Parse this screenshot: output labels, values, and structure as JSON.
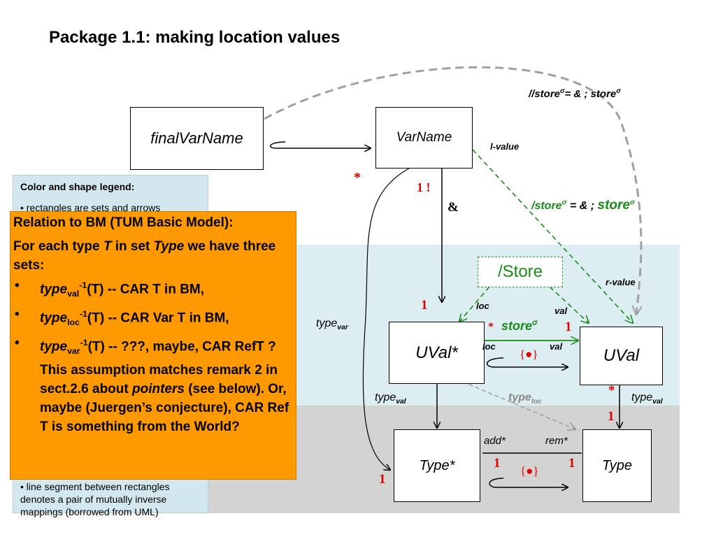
{
  "title": "Package 1.1: making location values",
  "boxes": {
    "finalVarName": "finalVarName",
    "varName": "VarName",
    "uvalStar": "UVal*",
    "uval": "UVal",
    "typeStar": "Type*",
    "type": "Type",
    "store": "/Store"
  },
  "legend": {
    "title": "Color and shape legend:",
    "line1": "• rectangles are sets and arrows",
    "line2": "• line segment between rectangles denotes a pair of mutually inverse mappings  (borrowed from UML)"
  },
  "orange": {
    "heading": "Relation to BM (TUM Basic Model):",
    "intro_a": "For each type ",
    "intro_t": "T",
    "intro_b": " in set ",
    "intro_type": "Type",
    "intro_c": " we have three sets:",
    "bullet": "•",
    "item1_name": "type",
    "item1_sub": "val",
    "item1_sup": "-1",
    "item1_text": "(T)  -- CAR T in BM,",
    "item2_name": "type",
    "item2_sub": "loc",
    "item2_sup": "-1",
    "item2_text": "(T)  --  CAR Var T in BM,",
    "item3_name": "type",
    "item3_sub": "var",
    "item3_sup": "-1",
    "item3_text_a": "(T)  --   ???, maybe, CAR RefT ? This assumption matches remark 2 in sect.2.6 about ",
    "item3_pointers": "pointers",
    "item3_text_b": " (see below). Or, maybe (Juergen’s  conjecture), CAR Ref T is something from the World?"
  },
  "labels": {
    "store_top_a": "//store",
    "store_top_sup": "σ",
    "store_top_b": "= & ; store",
    "store_top_sup2": "σ",
    "lvalue": "l-value",
    "rvalue": "r-value",
    "store_green_a": "/store",
    "store_green_sup": "σ",
    "store_green_b": " =  & ; ",
    "store_green_c": "store",
    "store_green_sup2": "σ",
    "amp": "&",
    "one_bang": "1 !",
    "star_varname": "*",
    "one_loc": "1",
    "loc_top": "loc",
    "val_top": "val",
    "store_mid": "store",
    "store_mid_sup": "σ",
    "star_store": "*",
    "one_store": "1",
    "loc_bottom": "loc",
    "val_bottom": "val",
    "bullet_set": "{●}",
    "typevar_base": "type",
    "typevar_sub": "var",
    "typeval_left_base": "type",
    "typeval_left_sub": "val",
    "typeloc_base": "type",
    "typeloc_sub": "loc",
    "star_uval": "*",
    "typeval_right_base": "type",
    "typeval_right_sub": "val",
    "one_uval": "1",
    "add": "add*",
    "rem": "rem*",
    "one_add": "1",
    "one_rem": "1",
    "bullet_set_bottom": "{●}",
    "one_typestar": "1"
  },
  "colors": {
    "orange": "#ff9900",
    "legend_bg": "#d3e7ef",
    "band_blue": "#dceef2",
    "band_grey": "#d3d3d3",
    "green": "#1a8a1a",
    "red": "#e00000",
    "dashed_grey": "#a0a0a0"
  }
}
